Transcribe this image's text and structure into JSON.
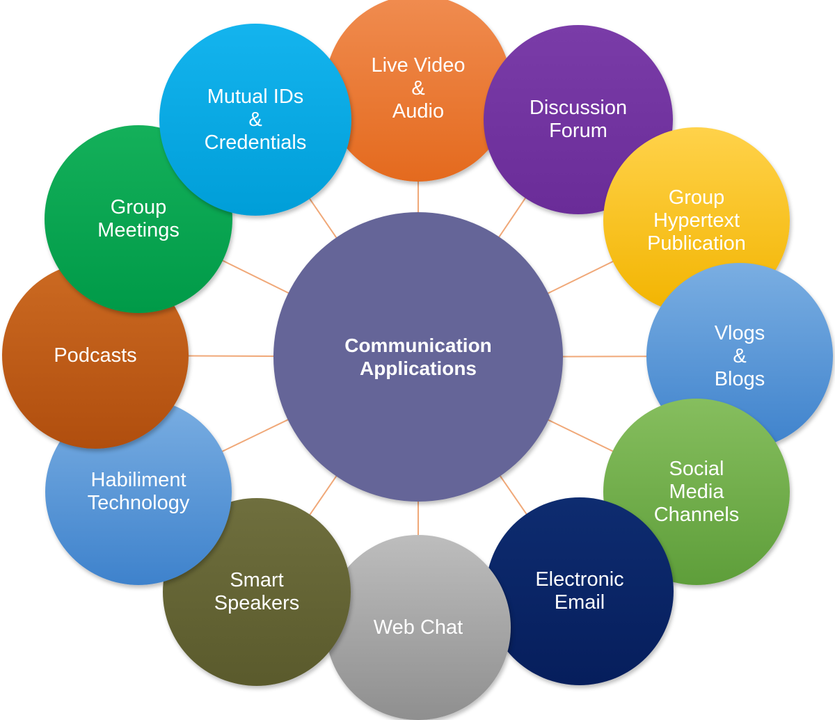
{
  "center": {
    "lines": [
      "Communication",
      "Applications"
    ],
    "color": "#656598"
  },
  "connector_color": "#F0A878",
  "nodes": [
    {
      "id": "live-video-audio",
      "lines": [
        "Live Video",
        "&",
        "Audio"
      ],
      "colors": [
        "#F08C50",
        "#E46A1E"
      ]
    },
    {
      "id": "discussion-forum",
      "lines": [
        "Discussion",
        "Forum"
      ],
      "colors": [
        "#7A3CA8",
        "#6A2C98"
      ]
    },
    {
      "id": "group-hypertext-publication",
      "lines": [
        "Group",
        "Hypertext",
        "Publication"
      ],
      "colors": [
        "#FFD24A",
        "#F2B400"
      ]
    },
    {
      "id": "vlogs-blogs",
      "lines": [
        "Vlogs",
        "&",
        "Blogs"
      ],
      "colors": [
        "#7AAEE2",
        "#3E82CC"
      ]
    },
    {
      "id": "social-media-channels",
      "lines": [
        "Social",
        "Media",
        "Channels"
      ],
      "colors": [
        "#86BE5E",
        "#5E9E3A"
      ]
    },
    {
      "id": "electronic-email",
      "lines": [
        "Electronic",
        "Email"
      ],
      "colors": [
        "#0E2C70",
        "#061E5C"
      ]
    },
    {
      "id": "web-chat",
      "lines": [
        "Web Chat"
      ],
      "colors": [
        "#BDBDBD",
        "#8F8F8F"
      ]
    },
    {
      "id": "smart-speakers",
      "lines": [
        "Smart",
        "Speakers"
      ],
      "colors": [
        "#6F6F3E",
        "#5A5A2C"
      ]
    },
    {
      "id": "habiliment-technology",
      "lines": [
        "Habiliment",
        "Technology"
      ],
      "colors": [
        "#7AAEE2",
        "#3E82CC"
      ]
    },
    {
      "id": "podcasts",
      "lines": [
        "Podcasts"
      ],
      "colors": [
        "#CC6A22",
        "#B04E0E"
      ]
    },
    {
      "id": "group-meetings",
      "lines": [
        "Group",
        "Meetings"
      ],
      "colors": [
        "#14B05A",
        "#009A48"
      ]
    },
    {
      "id": "mutual-ids-credentials",
      "lines": [
        "Mutual  IDs",
        "&",
        "Credentials"
      ],
      "colors": [
        "#14B4EE",
        "#009ED8"
      ]
    }
  ]
}
